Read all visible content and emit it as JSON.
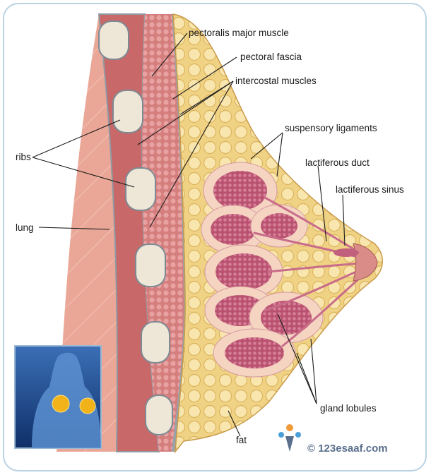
{
  "labels": {
    "pectoralis_major": "pectoralis major muscle",
    "pectoral_fascia": "pectoral fascia",
    "intercostal": "intercostal muscles",
    "suspensory": "suspensory ligaments",
    "lactiferous_duct": "lactiferous duct",
    "lactiferous_sinus": "lactiferous sinus",
    "ribs": "ribs",
    "lung": "lung",
    "gland_lobules": "gland lobules",
    "fat": "fat"
  },
  "credit": "© 123esaaf.com",
  "colors": {
    "frame": "#b9d3e4",
    "lung": "#e9a898",
    "muscle": "#c86a6a",
    "fat": "#f1d588",
    "gland": "#c0607a",
    "rib": "#efe8da"
  }
}
